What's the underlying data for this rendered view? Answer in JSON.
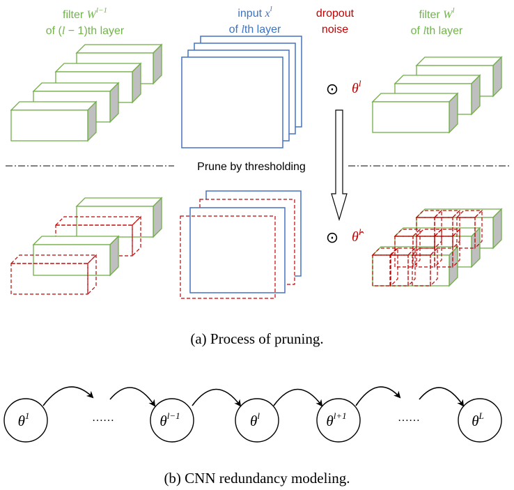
{
  "colors": {
    "filter_green": "#70ad47",
    "input_blue": "#4472c4",
    "dropout_red": "#c00000",
    "side_gray": "#bfbfbf",
    "text": "#000000"
  },
  "labels": {
    "filter_prev": {
      "line1": "filter ",
      "line1_sym": "W",
      "line1_sup": "l−1",
      "line2": "of (",
      "line2_sym": "l",
      "line2_rest": " − 1)th layer"
    },
    "input": {
      "line1": "input ",
      "line1_sym": "x",
      "line1_sup": "l",
      "line2": "of ",
      "line2_sym": "l",
      "line2_rest": "th layer"
    },
    "dropout": {
      "line1": "dropout",
      "line2": "noise"
    },
    "filter_cur": {
      "line1": "filter ",
      "line1_sym": "W",
      "line1_sup": "l",
      "line2": "of ",
      "line2_sym": "l",
      "line2_rest": "th layer"
    },
    "prune": "Prune by thresholding",
    "odot": "⊙",
    "theta": "θ",
    "theta_sup": "l",
    "theta_hat": "θ̂",
    "theta_hat_sup": "l"
  },
  "captions": {
    "a": "(a)  Process of pruning.",
    "b": "(b)  CNN redundancy modeling."
  },
  "chain": {
    "nodes": [
      {
        "base": "θ",
        "sup": "1"
      },
      {
        "base": "θ",
        "sup": "l−1"
      },
      {
        "base": "θ",
        "sup": "l"
      },
      {
        "base": "θ",
        "sup": "l+1"
      },
      {
        "base": "θ",
        "sup": "L"
      }
    ],
    "ellipsis": "……"
  }
}
